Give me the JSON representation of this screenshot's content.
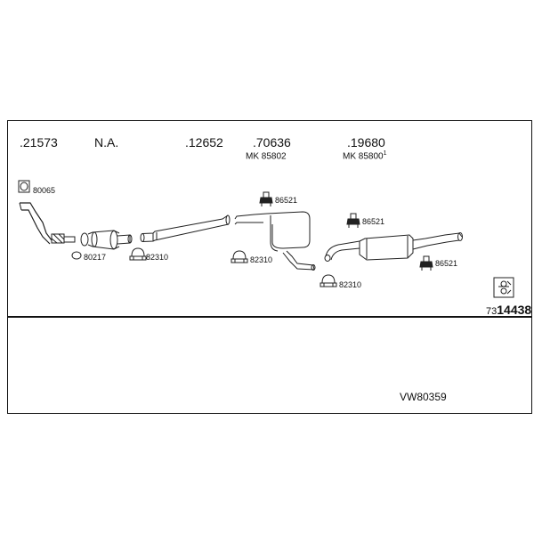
{
  "headers": [
    {
      "id": "h1",
      "text": ".21573"
    },
    {
      "id": "h2",
      "text": "N.A."
    },
    {
      "id": "h3",
      "text": ".12652"
    },
    {
      "id": "h4",
      "text": ".70636"
    },
    {
      "id": "h5",
      "text": ".19680"
    }
  ],
  "mk": [
    {
      "id": "mk1",
      "text": "MK 85802",
      "sup": ""
    },
    {
      "id": "mk2",
      "text": "MK 85800",
      "sup": "1"
    }
  ],
  "parts": [
    {
      "id": "p80065",
      "text": "80065"
    },
    {
      "id": "p80217",
      "text": "80217"
    },
    {
      "id": "p82310a",
      "text": "82310"
    },
    {
      "id": "p86521a",
      "text": "86521"
    },
    {
      "id": "p82310b",
      "text": "82310"
    },
    {
      "id": "p86521b",
      "text": "86521"
    },
    {
      "id": "p82310c",
      "text": "82310"
    },
    {
      "id": "p86521c",
      "text": "86521"
    }
  ],
  "kit": {
    "prefix": "73",
    "number": "14438"
  },
  "diagram_code": "VW80359"
}
